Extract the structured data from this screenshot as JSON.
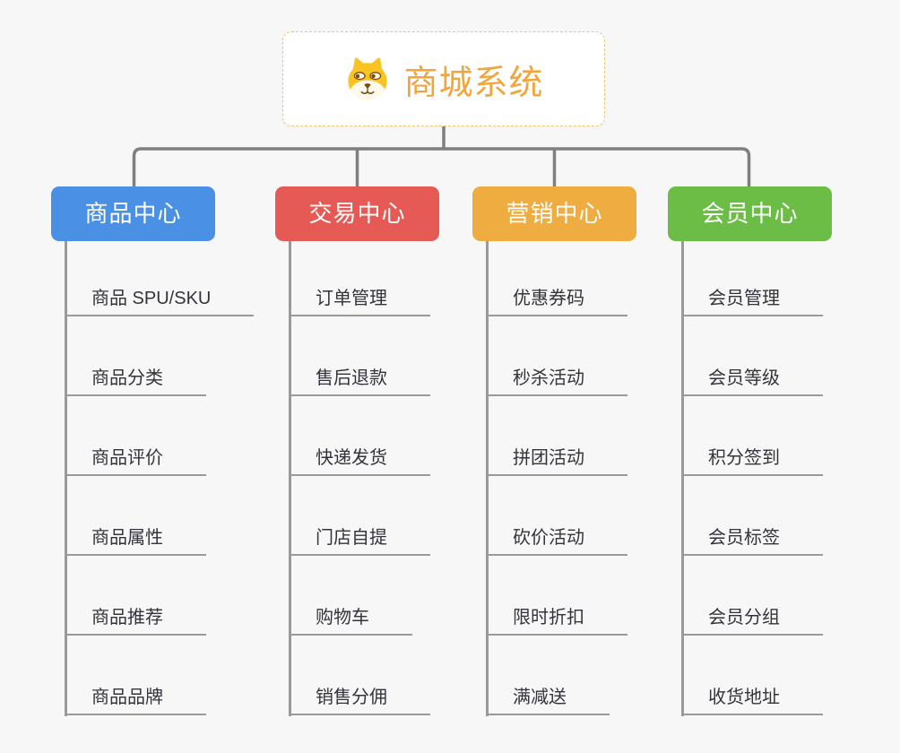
{
  "colors": {
    "page_bg": "#f7f7f7",
    "connector": "#7f7f7f",
    "leaf_line": "#9a9a9a",
    "leaf_text": "#33333b",
    "root_accent": "#f0a63c",
    "root_border": "#f2c479"
  },
  "root": {
    "title": "商城系统",
    "icon": "dog-face-icon"
  },
  "branches": [
    {
      "id": "product-center",
      "label": "商品中心",
      "color": "#4a90e4",
      "children": [
        "商品 SPU/SKU",
        "商品分类",
        "商品评价",
        "商品属性",
        "商品推荐",
        "商品品牌"
      ]
    },
    {
      "id": "trade-center",
      "label": "交易中心",
      "color": "#e55a55",
      "children": [
        "订单管理",
        "售后退款",
        "快递发货",
        "门店自提",
        "购物车",
        "销售分佣"
      ]
    },
    {
      "id": "marketing-center",
      "label": "营销中心",
      "color": "#eeac41",
      "children": [
        "优惠券码",
        "秒杀活动",
        "拼团活动",
        "砍价活动",
        "限时折扣",
        "满减送"
      ]
    },
    {
      "id": "member-center",
      "label": "会员中心",
      "color": "#6bbd45",
      "children": [
        "会员管理",
        "会员等级",
        "积分签到",
        "会员标签",
        "会员分组",
        "收货地址"
      ]
    }
  ]
}
